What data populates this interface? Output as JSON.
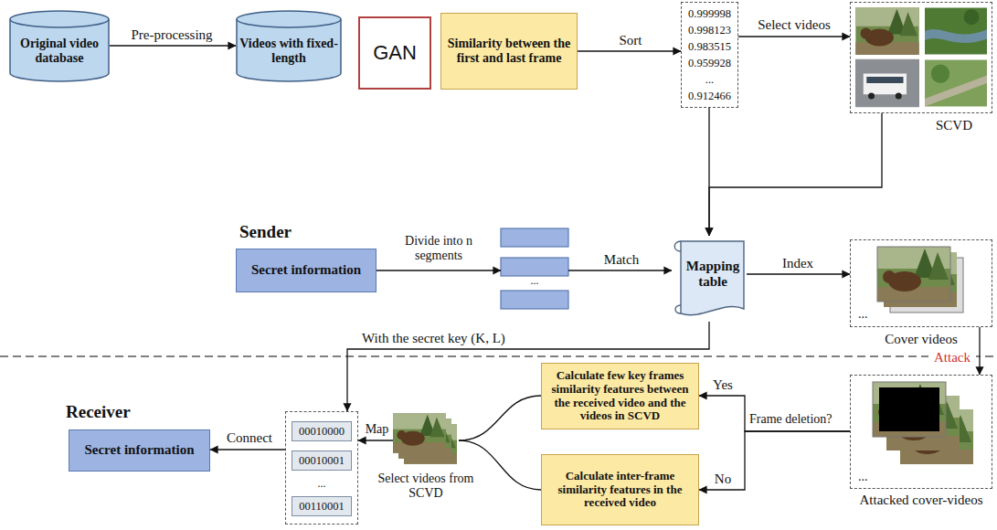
{
  "diagram": {
    "nodes": [
      {
        "text": [
          "Original video database"
        ]
      },
      {
        "text": [
          "Videos with fixed-length"
        ]
      },
      {
        "text": [
          "GAN"
        ]
      },
      {
        "text": [
          "Similarity between the first and last frame"
        ]
      },
      {
        "text": [
          "0.999998",
          "0.998123",
          "0.983515",
          "0.959928",
          "...",
          "0.912466"
        ]
      },
      {
        "text": [
          "SCVD"
        ]
      },
      {
        "text": [
          "Secret information"
        ]
      },
      {
        "text": [
          "..."
        ]
      },
      {
        "text": [
          "Mapping table"
        ]
      },
      {
        "text": [
          "...",
          "Cover videos"
        ]
      },
      {
        "text": [
          "...",
          "Attacked cover-videos"
        ]
      },
      {
        "text": [
          "Calculate few key frames similarity features between the received video and the videos in SCVD"
        ]
      },
      {
        "text": [
          "Calculate inter-frame similarity features in the received video"
        ]
      },
      {
        "text": [
          "Select videos from SCVD"
        ]
      },
      {
        "text": [
          "..."
        ]
      },
      {
        "text": [
          "00010000"
        ],
        "in": 14
      },
      {
        "text": [
          "00010001"
        ],
        "in": 14
      },
      {
        "text": [
          "00110001"
        ],
        "in": 14
      },
      {
        "text": [
          "Secret information"
        ]
      }
    ],
    "edges": [
      {
        "from": 0,
        "to": 1,
        "label": "Pre-processing",
        "arrow": "to"
      },
      {
        "from": 3,
        "to": 4,
        "label": "Sort",
        "arrow": "to"
      },
      {
        "from": 4,
        "to": 5,
        "label": "Select videos",
        "arrow": "to"
      },
      {
        "from": 4,
        "to": 8,
        "arrow": "to"
      },
      {
        "from": 5,
        "to": 8,
        "arrow": "to"
      },
      {
        "from": 6,
        "to": 7,
        "label": "Divide into n segments",
        "arrow": "to"
      },
      {
        "from": 7,
        "to": 8,
        "label": "Match",
        "arrow": "to"
      },
      {
        "from": 8,
        "to": 9,
        "label": "Index",
        "arrow": "to"
      },
      {
        "from": 9,
        "to": 10,
        "label": "Attack",
        "arrow": "to"
      },
      {
        "from": 10,
        "to": 11,
        "label": "Yes",
        "arrow": "to"
      },
      {
        "from": 10,
        "to": 12,
        "label": "No",
        "arrow": "to"
      },
      {
        "from": 11,
        "to": 13,
        "arrow": "none"
      },
      {
        "from": 12,
        "to": 13,
        "arrow": "none"
      },
      {
        "from": 13,
        "to": 14,
        "label": "Map",
        "arrow": "to"
      },
      {
        "from": 8,
        "to": 14,
        "label": "With the secret key (K, L)",
        "arrow": "to"
      },
      {
        "from": 14,
        "to": 18,
        "label": "Connect",
        "arrow": "to"
      }
    ],
    "labels": [
      "Sender",
      "Receiver",
      "Frame deletion?"
    ]
  }
}
